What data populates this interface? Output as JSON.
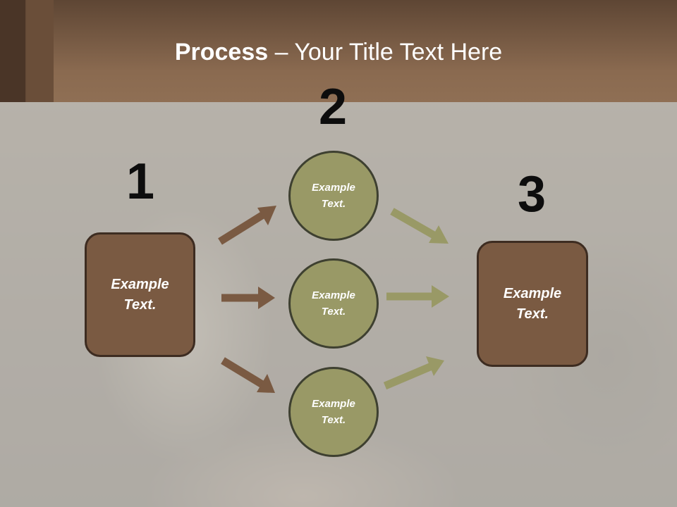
{
  "title": {
    "bold": "Process",
    "rest": " – Your Title Text Here"
  },
  "steps": {
    "one": "1",
    "two": "2",
    "three": "3"
  },
  "nodes": {
    "start_box": "Example\nText.",
    "circle_top": "Example\nText.",
    "circle_middle": "Example\nText.",
    "circle_bottom": "Example\nText.",
    "end_box": "Example\nText."
  },
  "colors": {
    "box_fill": "#7a5a42",
    "circle_fill": "#999966",
    "left_arrows": "#7a5a42",
    "right_arrows": "#999966",
    "header": "#8a6a50"
  }
}
